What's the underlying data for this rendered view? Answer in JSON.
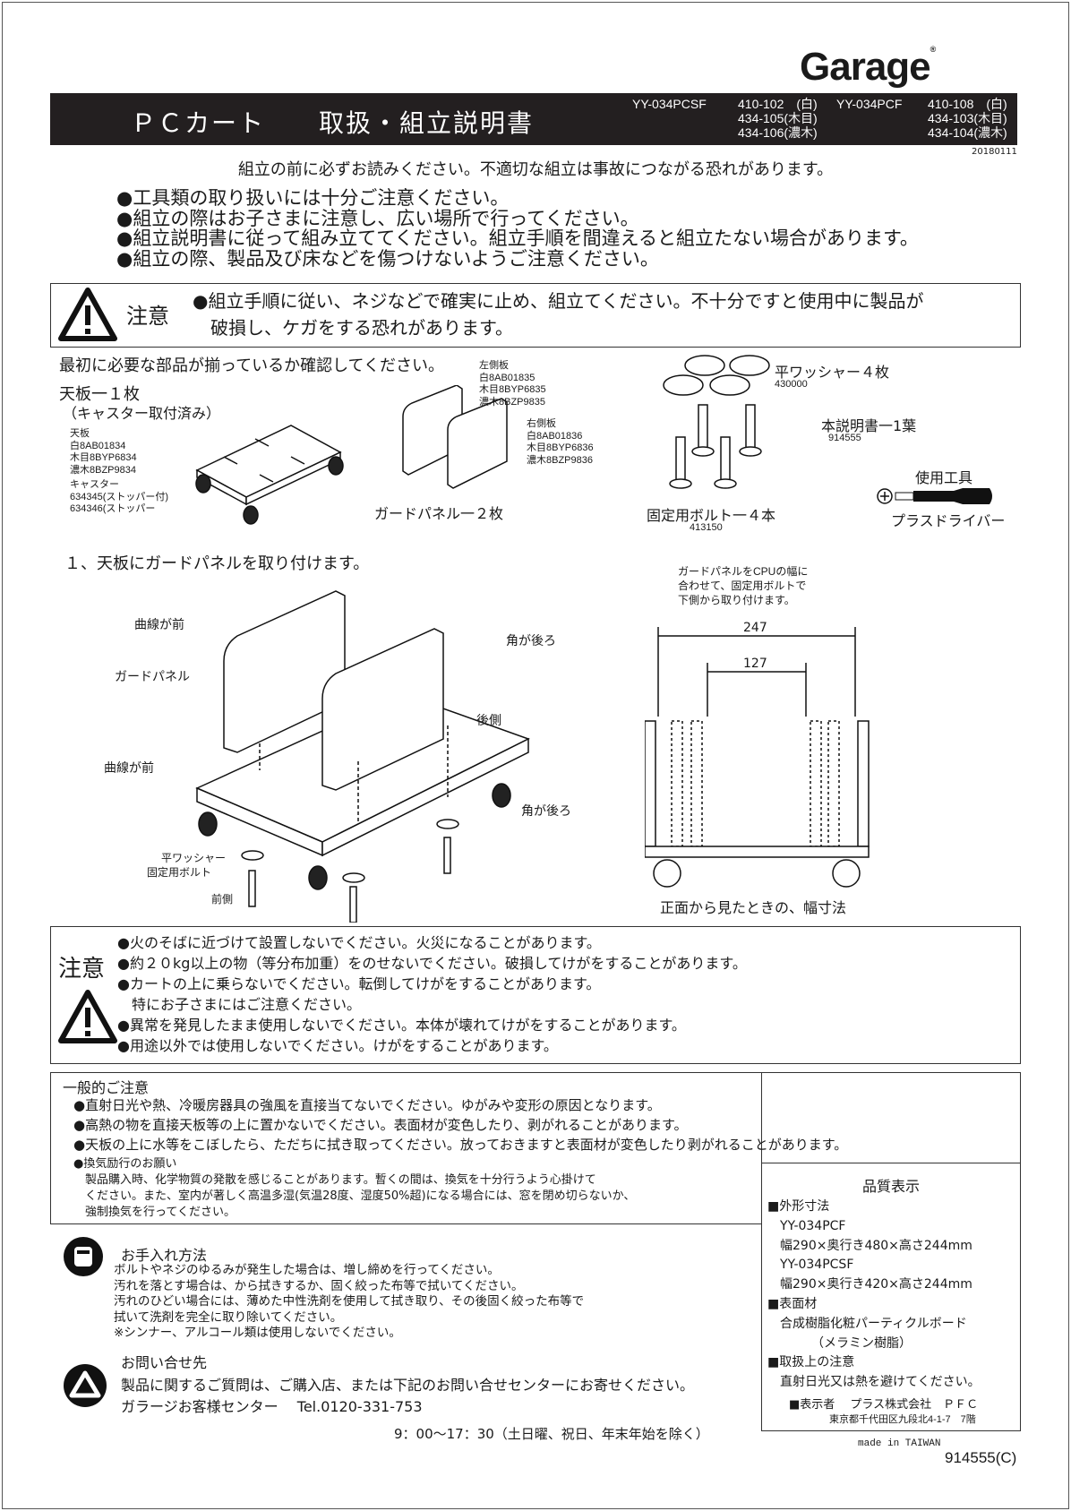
{
  "brand": "Garage",
  "header": {
    "title": "ＰＣカート　　取扱・組立説明書",
    "model_a": "YY-034PCSF",
    "codes_a": [
      "410-102　(白)",
      "434-105(木目)",
      "434-106(濃木)"
    ],
    "model_b": "YY-034PCF",
    "codes_b": [
      "410-108　(白)",
      "434-103(木目)",
      "434-104(濃木)"
    ],
    "date": "20180111"
  },
  "intro": "組立の前に必ずお読みください。不適切な組立は事故につながる恐れがあります。",
  "bullets": [
    "●工具類の取り扱いには十分ご注意ください。",
    "●組立の際はお子さまに注意し、広い場所で行ってください。",
    "●組立説明書に従って組み立ててください。組立手順を間違えると組立たない場合があります。",
    "●組立の際、製品及び床などを傷つけないようご注意ください。"
  ],
  "caution1": {
    "label": "注意",
    "lines": [
      "●組立手順に従い、ネジなどで確実に止め、組立てください。不十分ですと使用中に製品が",
      "　破損し、ケガをする恐れがあります。"
    ]
  },
  "parts": {
    "heading": "最初に必要な部品が揃っているか確認してください。",
    "top_board": {
      "title": "天板一１枚",
      "sub": "（キャスター取付済み）",
      "codes": [
        "天板",
        "白8AB01834",
        "木目8BYP6834",
        "濃木8BZP9834",
        "キャスター",
        "634345(ストッパー付)",
        "634346(ストッパー"
      ]
    },
    "left_panel": [
      "左側板",
      "白8AB01835",
      "木目8BYP6835",
      "濃木8BZP9835"
    ],
    "right_panel": [
      "右側板",
      "白8AB01836",
      "木目8BYP6836",
      "濃木8BZP9836"
    ],
    "guard_panel": "ガードパネル一２枚",
    "washer": {
      "title": "平ワッシャー４枚",
      "code": "430000"
    },
    "bolt": {
      "title": "固定用ボルト一４本",
      "code": "413150"
    },
    "manual": {
      "title": "本説明書一1葉",
      "code": "914555"
    },
    "tool": {
      "title": "使用工具",
      "name": "プラスドライバー"
    }
  },
  "step1": {
    "heading": "１、天板にガードパネルを取り付けます。",
    "labels": {
      "curve_front_1": "曲線が前",
      "guard_panel": "ガードパネル",
      "corner_back_1": "角が後ろ",
      "back_side": "後側",
      "curve_front_2": "曲線が前",
      "corner_back_2": "角が後ろ",
      "washer": "平ワッシャー",
      "bolt": "固定用ボルト",
      "front_side": "前側"
    },
    "note": [
      "ガードパネルをCPUの幅に",
      "合わせて、固定用ボルトで",
      "下側から取り付けます。"
    ],
    "dim_outer": "247",
    "dim_inner": "127",
    "front_caption": "正面から見たときの、幅寸法"
  },
  "warning": {
    "label": "注意",
    "lines": [
      "●火のそばに近づけて設置しないでください。火災になることがあります。",
      "●約２０kg以上の物（等分布加重）をのせないでください。破損してけがをすることがあります。",
      "●カートの上に乗らないでください。転倒してけがをすることがあります。",
      "　特にお子さまにはご注意ください。",
      "●異常を発見したまま使用しないでください。本体が壊れてけがをすることがあります。",
      "●用途以外では使用しないでください。けがをすることがあります。"
    ]
  },
  "general": {
    "title": "一般的ご注意",
    "lines": [
      "●直射日光や熱、冷暖房器具の強風を直接当てないでください。ゆがみや変形の原因となります。",
      "●高熱の物を直接天板等の上に置かないでください。表面材が変色したり、剥がれることがあります。",
      "●天板の上に水等をこぼしたら、ただちに拭き取ってください。放っておきますと表面材が変色したり剥がれることがあります。",
      "●換気励行のお願い",
      "　製品購入時、化学物質の発散を感じることがあります。暫くの間は、換気を十分行うよう心掛けて",
      "　ください。また、室内が著しく高温多湿(気温28度、湿度50%超)になる場合には、窓を閉め切らないか、",
      "　強制換気を行ってください。"
    ]
  },
  "care": {
    "title": "お手入れ方法",
    "lines": [
      "ボルトやネジのゆるみが発生した場合は、増し締めを行ってください。",
      "汚れを落とす場合は、から拭きするか、固く絞った布等で拭いてください。",
      "汚れのひどい場合には、薄めた中性洗剤を使用して拭き取り、その後固く絞った布等で",
      "拭いて洗剤を完全に取り除いてください。",
      "※シンナー、アルコール類は使用しないでください。"
    ]
  },
  "contact": {
    "title": "お問い合せ先",
    "lines": [
      "製品に関するご質問は、ご購入店、または下記のお問い合せセンターにお寄せください。",
      "ガラージお客様センター　 Tel.0120-331-753"
    ],
    "hours": "9：00〜17：30（土日曜、祝日、年末年始を除く）"
  },
  "quality": {
    "title": "品質表示",
    "lines": [
      "■外形寸法",
      "　YY-034PCF",
      "　幅290×奥行き480×高さ244mm",
      "　YY-034PCSF",
      "　幅290×奥行き420×高さ244mm",
      "■表面材",
      "　合成樹脂化粧パーティクルボード",
      "　　　　（メラミン樹脂）",
      "■取扱上の注意",
      "　直射日光又は熱を避けてください。"
    ],
    "maker": "■表示者　 プラス株式会社　ＰＦＣ",
    "address": "東京都千代田区九段北4-1-7　7階"
  },
  "footer": {
    "made_in": "made in TAIWAN",
    "doc_code": "914555(C)"
  }
}
